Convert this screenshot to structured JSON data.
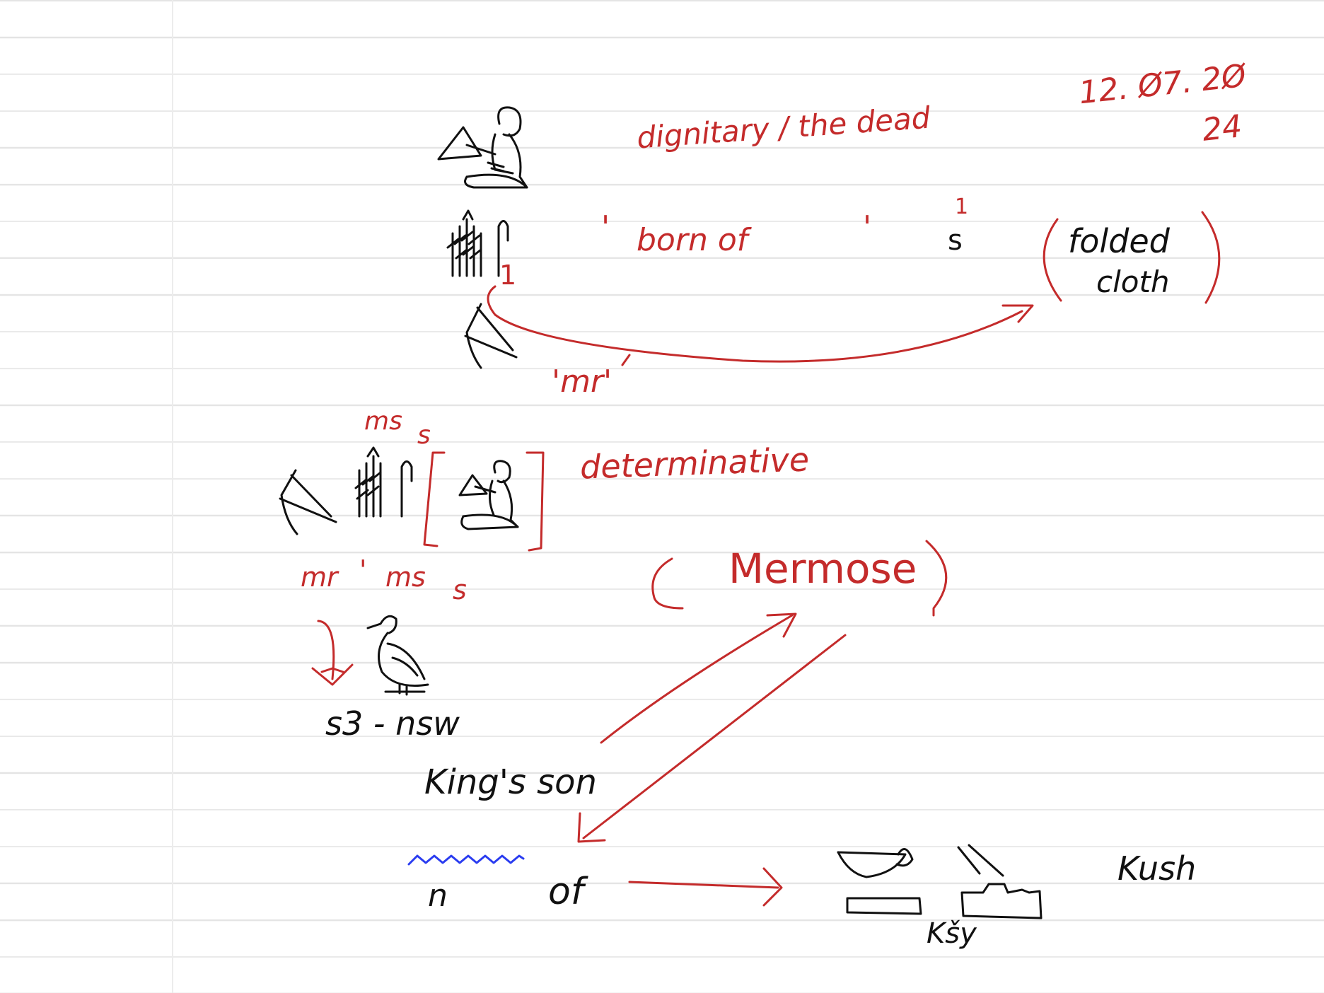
{
  "date": {
    "line1": "12. Ø7. 2Ø",
    "line2": "24"
  },
  "row1": {
    "meaning": "dignitary / the dead"
  },
  "row2": {
    "quote_open": "'",
    "meaning": "born of",
    "quote_close": "'",
    "sign_index": "1",
    "translit_top": "1",
    "translit_bottom": "s",
    "cloth_line1": "folded",
    "cloth_line2": "cloth"
  },
  "row3": {
    "label": "'mr'"
  },
  "word": {
    "above_ms": "ms",
    "above_s": "s",
    "determinative_label": "determinative",
    "below_translit": [
      "mr",
      "'",
      "ms",
      "s"
    ]
  },
  "name": {
    "meaning": "Mermose"
  },
  "title": {
    "translit": "s3 - nsw",
    "meaning": "King's son"
  },
  "genitive": {
    "translit": "n",
    "meaning": "of"
  },
  "place": {
    "translit": "Kšy",
    "meaning": "Kush"
  },
  "colors": {
    "ink_red": "#c42b2b",
    "ink_black": "#111111",
    "ink_blue": "#2a3cf0"
  }
}
